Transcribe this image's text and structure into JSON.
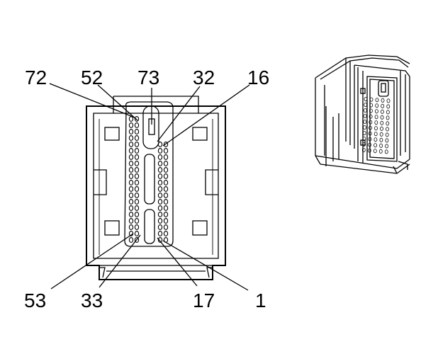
{
  "diagram": {
    "pin_labels": {
      "p72": "72",
      "p52": "52",
      "p73": "73",
      "p32": "32",
      "p16": "16",
      "p53": "53",
      "p33": "33",
      "p17": "17",
      "p1": "1"
    },
    "colors": {
      "line": "#000000",
      "background": "#ffffff"
    }
  }
}
